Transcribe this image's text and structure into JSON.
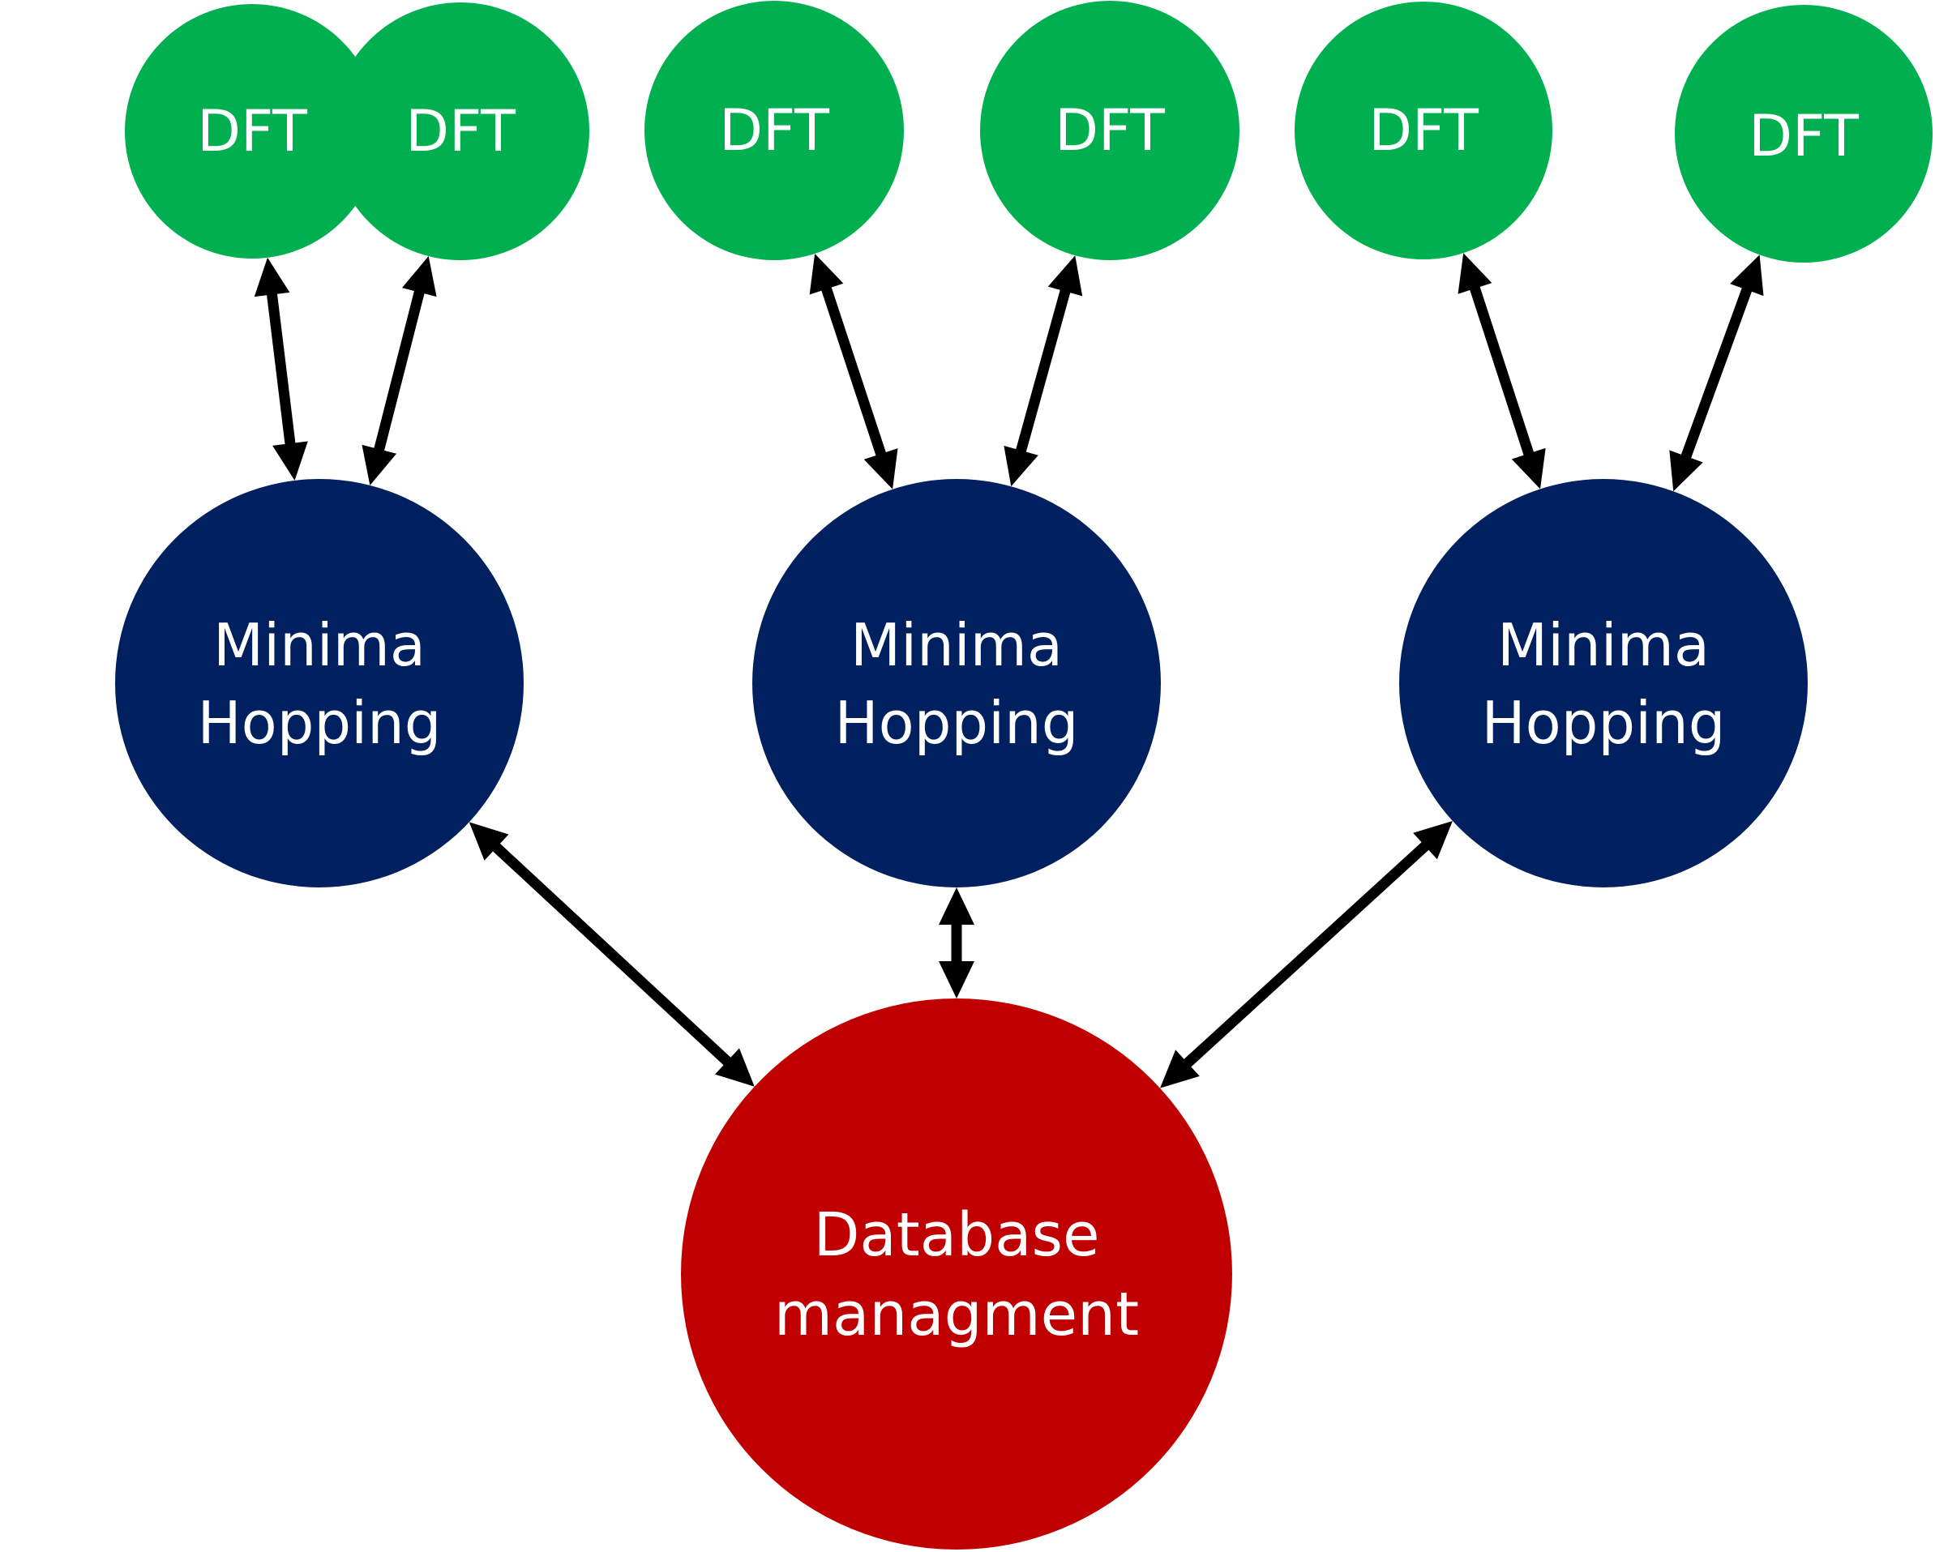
{
  "colors": {
    "dft": "#00b050",
    "minima_hopping": "#002060",
    "database": "#c00000",
    "arrow": "#000000",
    "label": "#ffffff"
  },
  "nodes": {
    "dft_1": {
      "label": "DFT"
    },
    "dft_2": {
      "label": "DFT"
    },
    "dft_3": {
      "label": "DFT"
    },
    "dft_4": {
      "label": "DFT"
    },
    "dft_5": {
      "label": "DFT"
    },
    "dft_6": {
      "label": "DFT"
    },
    "mh_1": {
      "label_line1": "Minima",
      "label_line2": "Hopping"
    },
    "mh_2": {
      "label_line1": "Minima",
      "label_line2": "Hopping"
    },
    "mh_3": {
      "label_line1": "Minima",
      "label_line2": "Hopping"
    },
    "db": {
      "label_line1": "Database",
      "label_line2": "managment"
    }
  },
  "edges": [
    {
      "from": "dft_1",
      "to": "mh_1",
      "direction": "both"
    },
    {
      "from": "dft_2",
      "to": "mh_1",
      "direction": "both"
    },
    {
      "from": "dft_3",
      "to": "mh_2",
      "direction": "both"
    },
    {
      "from": "dft_4",
      "to": "mh_2",
      "direction": "both"
    },
    {
      "from": "dft_5",
      "to": "mh_3",
      "direction": "both"
    },
    {
      "from": "dft_6",
      "to": "mh_3",
      "direction": "both"
    },
    {
      "from": "mh_1",
      "to": "db",
      "direction": "both"
    },
    {
      "from": "mh_2",
      "to": "db",
      "direction": "both"
    },
    {
      "from": "mh_3",
      "to": "db",
      "direction": "both"
    }
  ]
}
